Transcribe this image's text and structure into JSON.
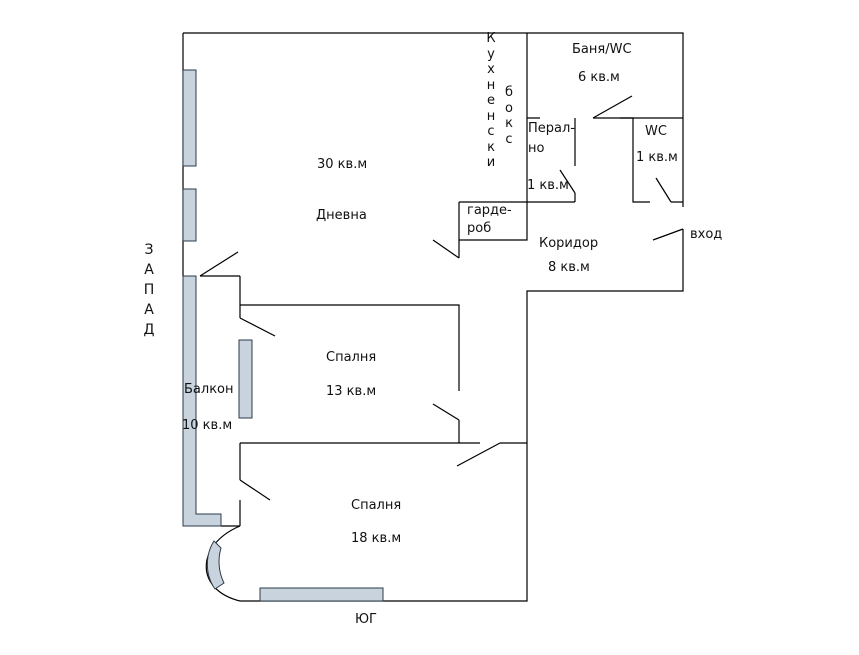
{
  "rooms": {
    "living": {
      "area": "30 кв.м",
      "name": "Дневна"
    },
    "kitchen": {
      "line1": "Кухненски",
      "line2": "бокс"
    },
    "bath": {
      "name": "Баня/WC",
      "area": "6 кв.м"
    },
    "laundry": {
      "name1": "Перал-",
      "name2": "но",
      "area": "1 кв.м"
    },
    "wc": {
      "name": "WC",
      "area": "1 кв.м"
    },
    "wardrobe": {
      "name1": "гарде-",
      "name2": "роб"
    },
    "corridor": {
      "name": "Коридор",
      "area": "8 кв.м"
    },
    "entrance": {
      "name": "вход"
    },
    "bedroom1": {
      "name": "Спалня",
      "area": "13 кв.м"
    },
    "balcony": {
      "name": "Балкон",
      "area": "10 кв.м"
    },
    "bedroom2": {
      "name": "Спалня",
      "area": "18 кв.м"
    }
  },
  "orientation": {
    "west": "ЗАПАД",
    "south": "ЮГ"
  },
  "colors": {
    "wall": "#000000",
    "window_fill": "#c8d3de",
    "window_stroke": "#2a3a4a",
    "background": "#ffffff"
  }
}
